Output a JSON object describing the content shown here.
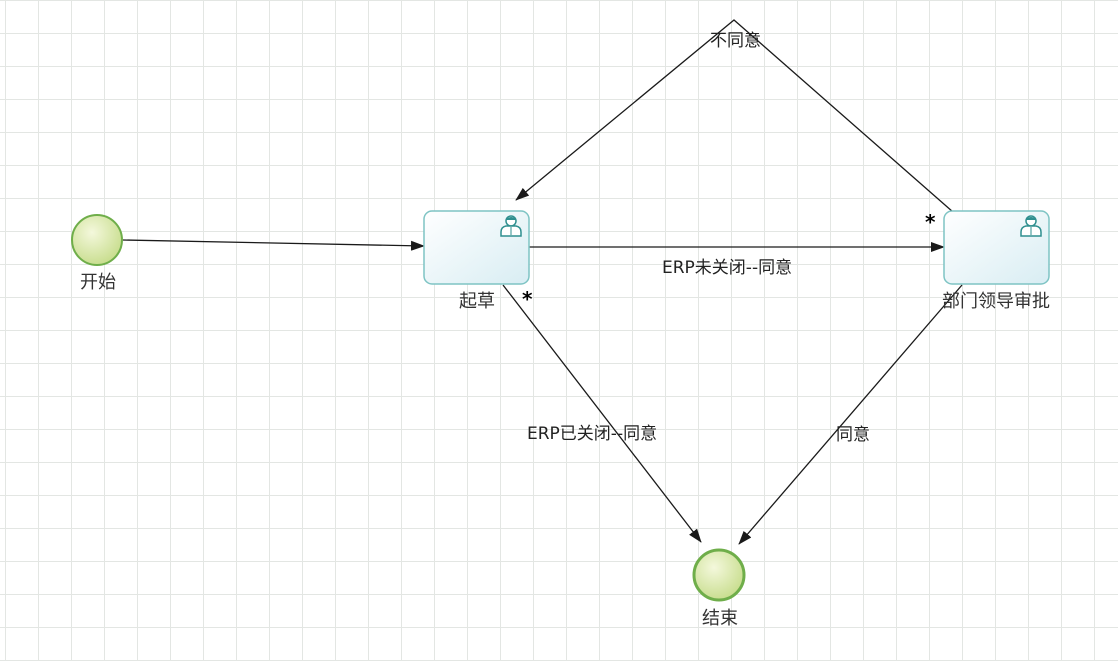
{
  "nodes": {
    "start": {
      "label": "开始"
    },
    "draft": {
      "label": "起草"
    },
    "approve": {
      "label": "部门领导审批"
    },
    "end": {
      "label": "结束"
    }
  },
  "edges": {
    "reject": {
      "label": "不同意"
    },
    "erp_open_agree": {
      "label": "ERP未关闭--同意"
    },
    "erp_closed_agree": {
      "label": "ERP已关闭--同意"
    },
    "agree": {
      "label": "同意"
    }
  },
  "markers": {
    "draft_star": "*",
    "approve_star": "*"
  },
  "colors": {
    "event_fill_light": "#f4f8dc",
    "event_fill_dark": "#c6dc8a",
    "event_stroke": "#6fae4a",
    "task_fill": "#e4f3f8",
    "task_stroke": "#7ec4c4",
    "edge": "#1a1a1a"
  },
  "icons": {
    "task_icon": "user-icon"
  }
}
